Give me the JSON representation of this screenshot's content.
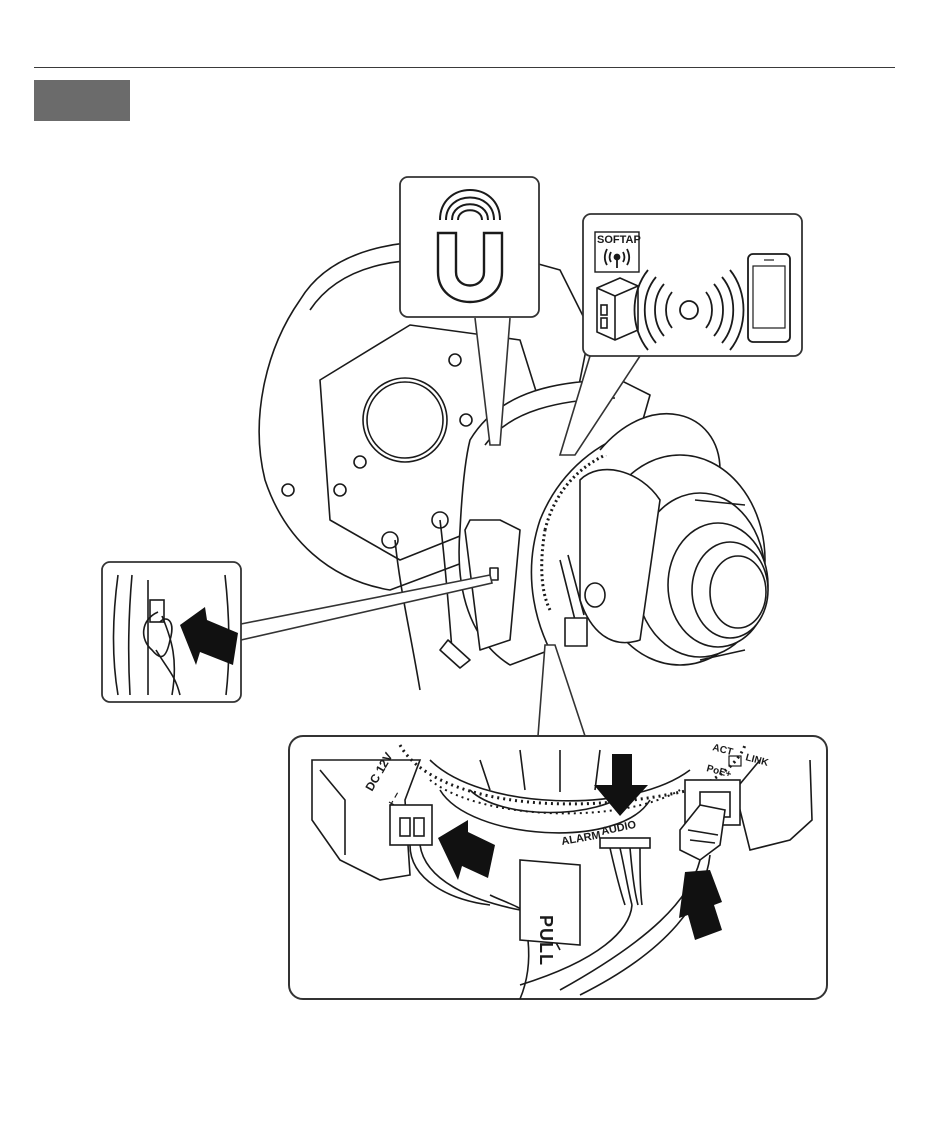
{
  "section_tab": {
    "color": "#6b6b6b",
    "label": ""
  },
  "callouts": {
    "magnet": {
      "icon": "magnet-icon"
    },
    "softap": {
      "label": "SOFTAP",
      "icon": "antenna-icon",
      "devices": [
        "usb-dongle-icon",
        "wireless-signal-icon",
        "smartphone-icon"
      ]
    },
    "side_cable": {
      "icon": "push-arrow-icon"
    },
    "connectors": {
      "dc_label": "DC 12V",
      "dc_polarity": "+ −",
      "pull_label": "PULL",
      "alarm_label": "ALARM",
      "audio_label": "AUDIO",
      "act_label": "ACT",
      "link_label": "LINK",
      "poe_label": "PoE+"
    }
  },
  "colors": {
    "line": "#1a1a1a",
    "arrow": "#111111",
    "callout_border": "#333333"
  }
}
